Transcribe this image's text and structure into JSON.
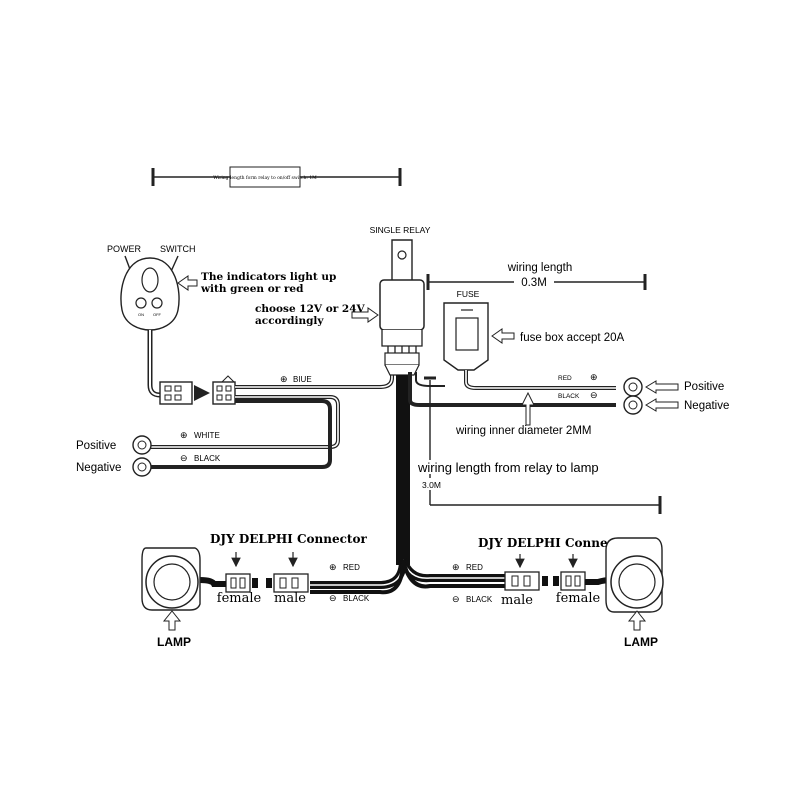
{
  "top_note": "Wiring length form relay to on/off switch: 1M",
  "relay": {
    "title": "SINGLE RELAY",
    "choose": [
      "choose 12V or 24V",
      "accordingly"
    ]
  },
  "switch": {
    "power": "POWER",
    "switch": "SWITCH",
    "note": [
      "The indicators light up",
      "with green or red"
    ],
    "btn_left": "ON",
    "btn_right": "OFF"
  },
  "fuse": {
    "title": "FUSE",
    "note": "fuse box accept 20A"
  },
  "wiring_short": {
    "label": "wiring length",
    "value": "0.3M"
  },
  "inner_diameter": "wiring inner diameter 2MM",
  "wiring_long": {
    "label": "wiring length from relay to lamp",
    "value": "3.0M"
  },
  "wires": {
    "blue": "BIUE",
    "white": "WHITE",
    "black": "BLACK",
    "red": "RED",
    "black_caps": "BLACK",
    "red_caps": "RED"
  },
  "symbols": {
    "plus": "⊕",
    "minus": "⊖"
  },
  "battery_left": {
    "positive": "Positive",
    "negative": "Negative"
  },
  "battery_right": {
    "positive": "Positive",
    "negative": "Negative"
  },
  "connector_left": {
    "title": "DJY DELPHI Connector",
    "female": "female",
    "male": "male"
  },
  "connector_right": {
    "title": "DJY DELPHI Connector",
    "female": "female",
    "male": "male"
  },
  "lamp_left": "LAMP",
  "lamp_right": "LAMP"
}
